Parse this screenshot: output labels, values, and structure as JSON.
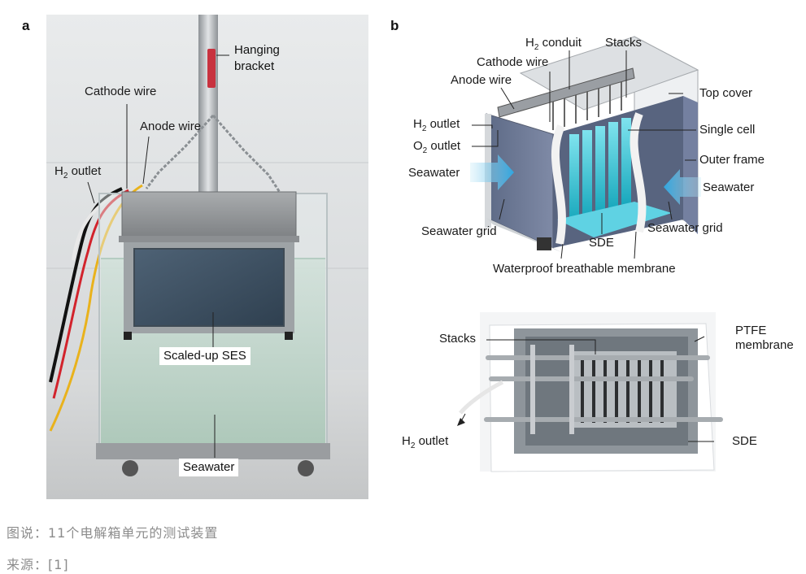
{
  "panel_a": {
    "letter": "a",
    "labels": {
      "hanging_bracket": [
        "Hanging",
        "bracket"
      ],
      "cathode_wire": "Cathode wire",
      "anode_wire": "Anode wire",
      "h2_outlet": [
        "H",
        "2",
        " outlet"
      ],
      "scaled_up_ses": "Scaled-up SES",
      "seawater": "Seawater"
    }
  },
  "panel_b": {
    "letter": "b",
    "labels": {
      "h2_conduit": [
        "H",
        "2",
        " conduit"
      ],
      "stacks_top": "Stacks",
      "cathode_wire": "Cathode wire",
      "anode_wire": "Anode wire",
      "h2_outlet": [
        "H",
        "2",
        " outlet"
      ],
      "o2_outlet": [
        "O",
        "2",
        " outlet"
      ],
      "seawater_left": "Seawater",
      "seawater_grid_left": "Seawater grid",
      "top_cover": "Top cover",
      "single_cell": "Single cell",
      "outer_frame": "Outer frame",
      "seawater_right": "Seawater",
      "seawater_grid_right": "Seawater grid",
      "sde_top": "SDE",
      "waterproof_membrane": "Waterproof breathable membrane",
      "stacks_bottom": "Stacks",
      "ptfe_membrane": [
        "PTFE",
        "membrane"
      ],
      "h2_outlet_bottom": [
        "H",
        "2",
        " outlet"
      ],
      "sde_bottom": "SDE"
    }
  },
  "caption": "图说：11个电解箱单元的测试装置",
  "source": "来源：[1]"
}
